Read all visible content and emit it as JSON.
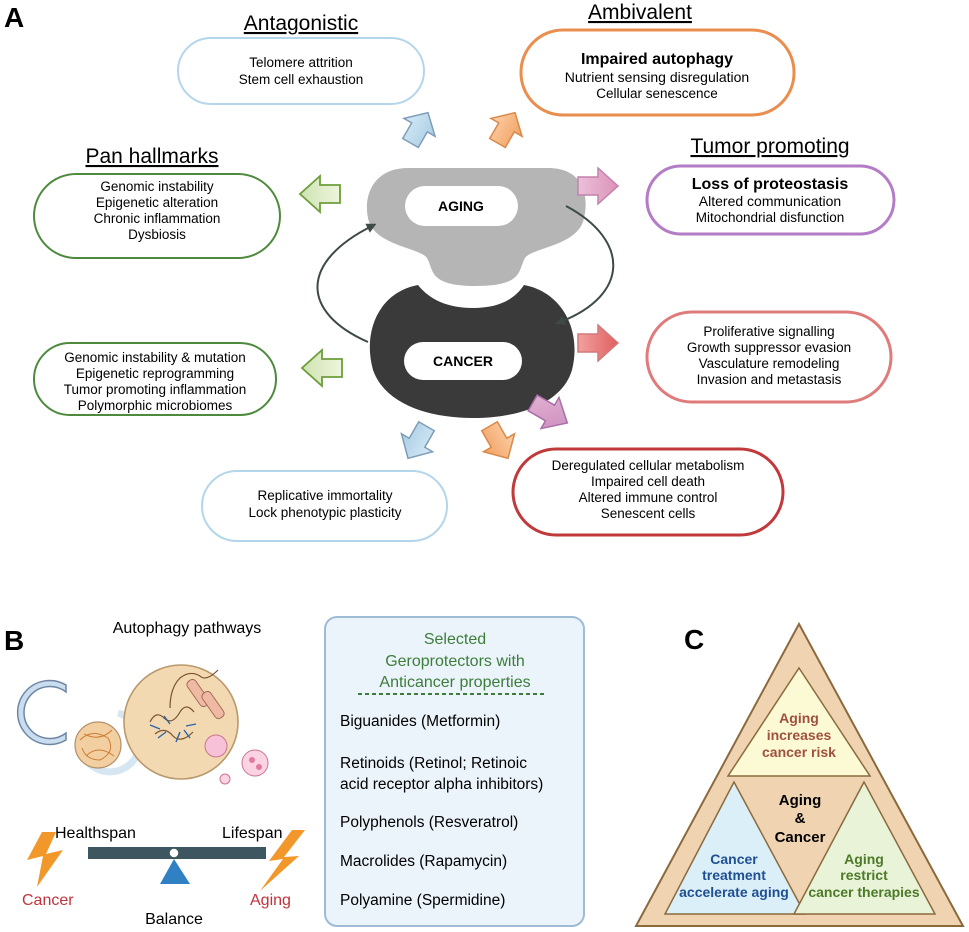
{
  "panel_a": {
    "label": "A",
    "center": {
      "aging": "AGING",
      "cancer": "CANCER"
    },
    "groups": {
      "antagonistic": {
        "title": "Antagonistic",
        "color": "#a9cde4",
        "items": [
          "Telomere attrition",
          "Stem cell exhaustion"
        ]
      },
      "ambivalent": {
        "title": "Ambivalent",
        "color": "#e98e4e",
        "items": [
          "Impaired autophagy",
          "Nutrient sensing disregulation",
          "Cellular senescence"
        ]
      },
      "pan_hallmarks": {
        "title": "Pan hallmarks",
        "color": "#4e8a3e",
        "items": [
          "Genomic instability",
          "Epigenetic alteration",
          "Chronic inflammation",
          "Dysbiosis"
        ]
      },
      "tumor_promoting": {
        "title": "Tumor promoting",
        "color": "#b47cc6",
        "items": [
          "Loss of proteostasis",
          "Altered communication",
          "Mitochondrial disfunction"
        ]
      },
      "cancer_pan": {
        "color": "#4e8a3e",
        "items": [
          "Genomic instability & mutation",
          "Epigenetic reprogramming",
          "Tumor promoting inflammation",
          "Polymorphic microbiomes"
        ]
      },
      "cancer_specific": {
        "color": "#e07b7b",
        "items": [
          "Proliferative signalling",
          "Growth suppressor evasion",
          "Vasculature remodeling",
          "Invasion and metastasis"
        ]
      },
      "cancer_antagonistic": {
        "color": "#a9cde4",
        "items": [
          "Replicative immortality",
          "Lock phenotypic plasticity"
        ]
      },
      "cancer_other": {
        "color": "#c0393b",
        "items": [
          "Deregulated cellular metabolism",
          "Impaired cell death",
          "Altered immune control",
          "Senescent cells"
        ]
      }
    }
  },
  "panel_b": {
    "label": "B",
    "autophagy_title": "Autophagy pathways",
    "balance": {
      "left": "Healthspan",
      "right": "Lifespan",
      "center": "Balance",
      "left_risk": "Cancer",
      "right_risk": "Aging"
    },
    "box": {
      "heading": [
        "Selected",
        "Geroprotectors with",
        "Anticancer properties"
      ],
      "items": [
        [
          "Biguanides (Metformin)"
        ],
        [
          "Retinoids (Retinol; Retinoic",
          "acid receptor alpha inhibitors)"
        ],
        [
          "Polyphenols (Resveratrol)"
        ],
        [
          "Macrolides (Rapamycin)"
        ],
        [
          "Polyamine (Spermidine)"
        ]
      ]
    }
  },
  "panel_c": {
    "label": "C",
    "top": [
      "Aging",
      "increases",
      "cancer risk"
    ],
    "center": [
      "Aging",
      "&",
      "Cancer"
    ],
    "left": [
      "Cancer",
      "treatment",
      "accelerate aging"
    ],
    "right": [
      "Aging",
      "restrict",
      "cancer therapies"
    ]
  }
}
